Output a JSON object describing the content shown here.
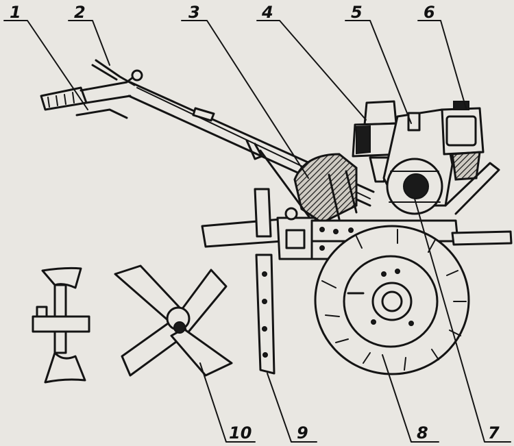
{
  "callouts": [
    {
      "id": "c1",
      "label": "1"
    },
    {
      "id": "c2",
      "label": "2"
    },
    {
      "id": "c3",
      "label": "3"
    },
    {
      "id": "c4",
      "label": "4"
    },
    {
      "id": "c5",
      "label": "5"
    },
    {
      "id": "c6",
      "label": "6"
    },
    {
      "id": "c7",
      "label": "7"
    },
    {
      "id": "c8",
      "label": "8"
    },
    {
      "id": "c9",
      "label": "9"
    },
    {
      "id": "c10",
      "label": "10"
    }
  ],
  "colors": {
    "paper": "#e9e7e2",
    "ink": "#141414"
  }
}
